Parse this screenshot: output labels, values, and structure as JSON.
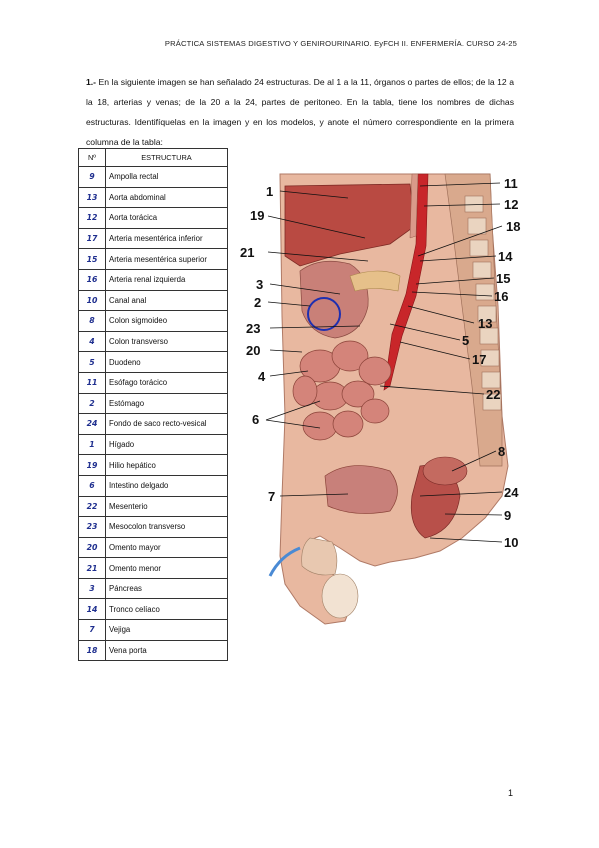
{
  "header": "PRÁCTICA SISTEMAS DIGESTIVO Y GENIROURINARIO. EyFCH II. ENFERMERÍA. CURSO 24-25",
  "intro": {
    "number": "1.-",
    "text": "En la siguiente imagen se han señalado 24 estructuras. De al 1 a la 11, órganos o partes de ellos; de la 12 a la 18, arterias y venas; de la 20 a la 24, partes de peritoneo. En la tabla, tiene los nombres de dichas estructuras. Identifíquelas en la imagen y en los modelos, y anote el número correspondiente en la primera columna de la tabla:"
  },
  "table": {
    "col_number": "Nº",
    "col_structure": "ESTRUCTURA",
    "rows": [
      {
        "n": "9",
        "s": "Ampolla rectal"
      },
      {
        "n": "13",
        "s": "Aorta abdominal"
      },
      {
        "n": "12",
        "s": "Aorta torácica"
      },
      {
        "n": "17",
        "s": "Arteria mesentérica inferior"
      },
      {
        "n": "15",
        "s": "Arteria mesentérica superior"
      },
      {
        "n": "16",
        "s": "Arteria renal izquierda"
      },
      {
        "n": "10",
        "s": "Canal anal"
      },
      {
        "n": "8",
        "s": "Colon sigmoideo"
      },
      {
        "n": "4",
        "s": "Colon transverso"
      },
      {
        "n": "5",
        "s": "Duodeno"
      },
      {
        "n": "11",
        "s": "Esófago torácico"
      },
      {
        "n": "2",
        "s": "Estómago"
      },
      {
        "n": "24",
        "s": "Fondo de saco recto-vesical"
      },
      {
        "n": "1",
        "s": "Hígado"
      },
      {
        "n": "19",
        "s": "Hilio hepático"
      },
      {
        "n": "6",
        "s": "Intestino delgado"
      },
      {
        "n": "22",
        "s": "Mesenterio"
      },
      {
        "n": "23",
        "s": "Mesocolon transverso"
      },
      {
        "n": "20",
        "s": "Omento mayor"
      },
      {
        "n": "21",
        "s": "Omento menor"
      },
      {
        "n": "3",
        "s": "Páncreas"
      },
      {
        "n": "14",
        "s": "Tronco celíaco"
      },
      {
        "n": "7",
        "s": "Vejiga"
      },
      {
        "n": "18",
        "s": "Vena porta"
      }
    ]
  },
  "figure": {
    "labels": [
      "1",
      "19",
      "21",
      "3",
      "2",
      "23",
      "20",
      "4",
      "6",
      "7",
      "11",
      "12",
      "18",
      "14",
      "15",
      "16",
      "13",
      "5",
      "17",
      "22",
      "8",
      "24",
      "9",
      "10"
    ]
  },
  "page_number": "1"
}
